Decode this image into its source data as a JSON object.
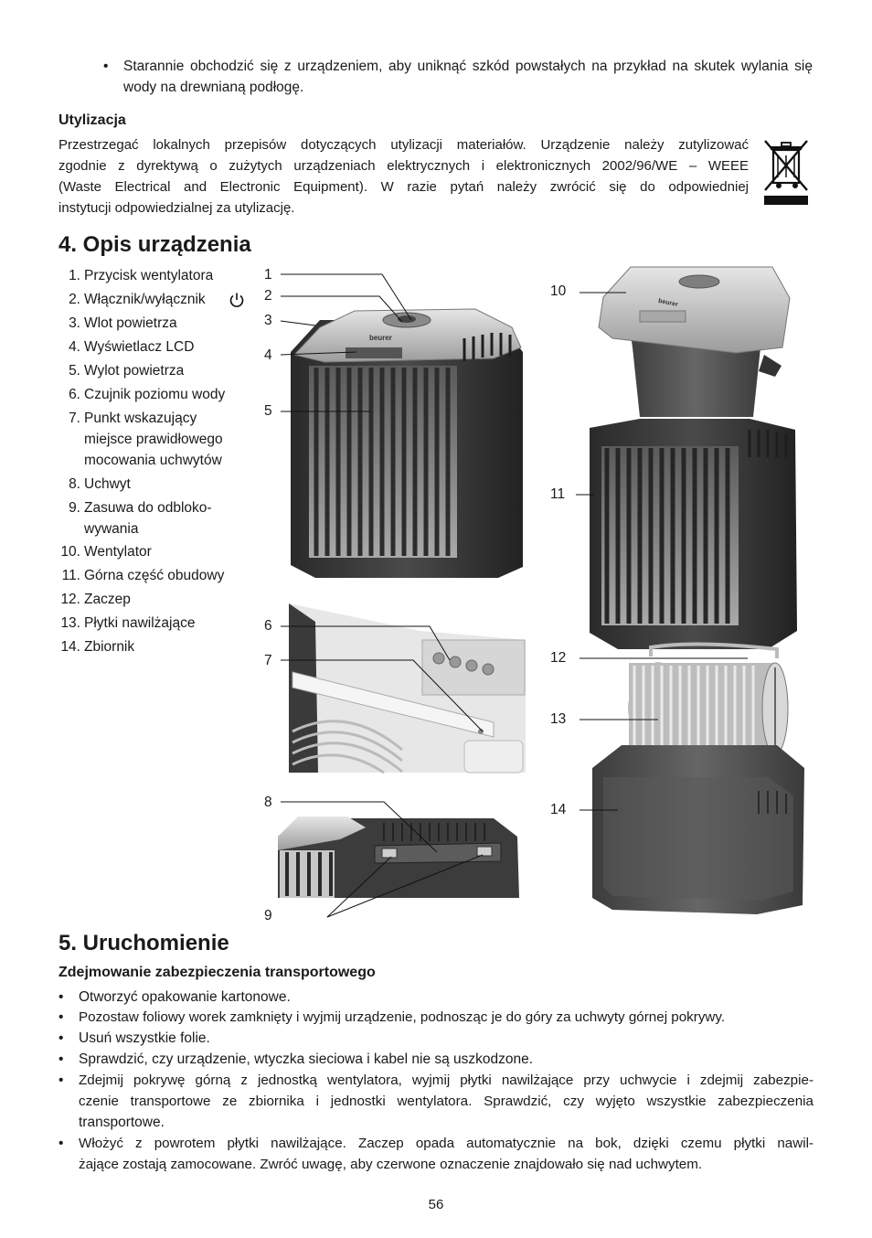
{
  "top_bullet": "Starannie obchodzić się z urządzeniem, aby uniknąć szkód powstałych na przykład na skutek wylania się wody na drewnianą podłogę.",
  "disposal": {
    "heading": "Utylizacja",
    "lines": [
      "Przestrzegać lokalnych przepisów dotyczących utylizacji materiałów. Urządzenie należy zutylizować",
      "zgodnie z dyrektywą o zużytych urządzeniach elektrycznych i elektronicznych 2002/96/WE – WEEE",
      "(Waste Electrical and Electronic Equipment). W razie pytań należy zwrócić się do odpowiedniej",
      "instytucji odpowiedzialnej za utylizację."
    ]
  },
  "section4": {
    "title": "4. Opis urządzenia",
    "items": [
      {
        "num": "1.",
        "lines": [
          "Przycisk wentylatora"
        ]
      },
      {
        "num": "2.",
        "lines": [
          "Włącznik/wyłącznik"
        ]
      },
      {
        "num": "3.",
        "lines": [
          "Wlot powietrza"
        ]
      },
      {
        "num": "4.",
        "lines": [
          "Wyświetlacz LCD"
        ]
      },
      {
        "num": "5.",
        "lines": [
          "Wylot powietrza"
        ]
      },
      {
        "num": "6.",
        "lines": [
          "Czujnik poziomu wody"
        ]
      },
      {
        "num": "7.",
        "lines": [
          "Punkt wskazujący",
          "miejsce prawidłowego",
          "mocowania uchwytów"
        ]
      },
      {
        "num": "8.",
        "lines": [
          "Uchwyt"
        ]
      },
      {
        "num": "9.",
        "lines": [
          "Zasuwa do odbloko-",
          "wywania"
        ]
      },
      {
        "num": "10.",
        "lines": [
          "Wentylator"
        ]
      },
      {
        "num": "11.",
        "lines": [
          "Górna część obudowy"
        ]
      },
      {
        "num": "12.",
        "lines": [
          "Zaczep"
        ]
      },
      {
        "num": "13.",
        "lines": [
          "Płytki nawilżające"
        ]
      },
      {
        "num": "14.",
        "lines": [
          "Zbiornik"
        ]
      }
    ],
    "callouts": [
      "1",
      "2",
      "3",
      "4",
      "5",
      "6",
      "7",
      "8",
      "9",
      "10",
      "11",
      "12",
      "13",
      "14"
    ],
    "brand": "beurer"
  },
  "section5": {
    "title": "5. Uruchomienie",
    "subtitle": "Zdejmowanie zabezpieczenia transportowego",
    "bullets": [
      [
        "Otworzyć opakowanie kartonowe."
      ],
      [
        "Pozostaw foliowy worek zamknięty i wyjmij urządzenie, podnosząc je do góry za uchwyty górnej pokrywy."
      ],
      [
        "Usuń wszystkie folie."
      ],
      [
        "Sprawdzić, czy urządzenie, wtyczka sieciowa i kabel nie są uszkodzone."
      ],
      [
        "Zdejmij pokrywę górną z jednostką wentylatora, wyjmij płytki nawilżające przy uchwycie i zdejmij zabezpie-",
        "czenie transportowe ze zbiornika i jednostki wentylatora. Sprawdzić, czy wyjęto wszystkie zabezpieczenia",
        "transportowe."
      ],
      [
        "Włożyć z powrotem płytki nawilżające. Zaczep opada automatycznie na bok, dzięki czemu płytki nawil-",
        "żające zostają zamocowane. Zwróć uwagę, aby czerwone oznaczenie znajdowało się nad uchwytem."
      ]
    ]
  },
  "page_number": "56"
}
